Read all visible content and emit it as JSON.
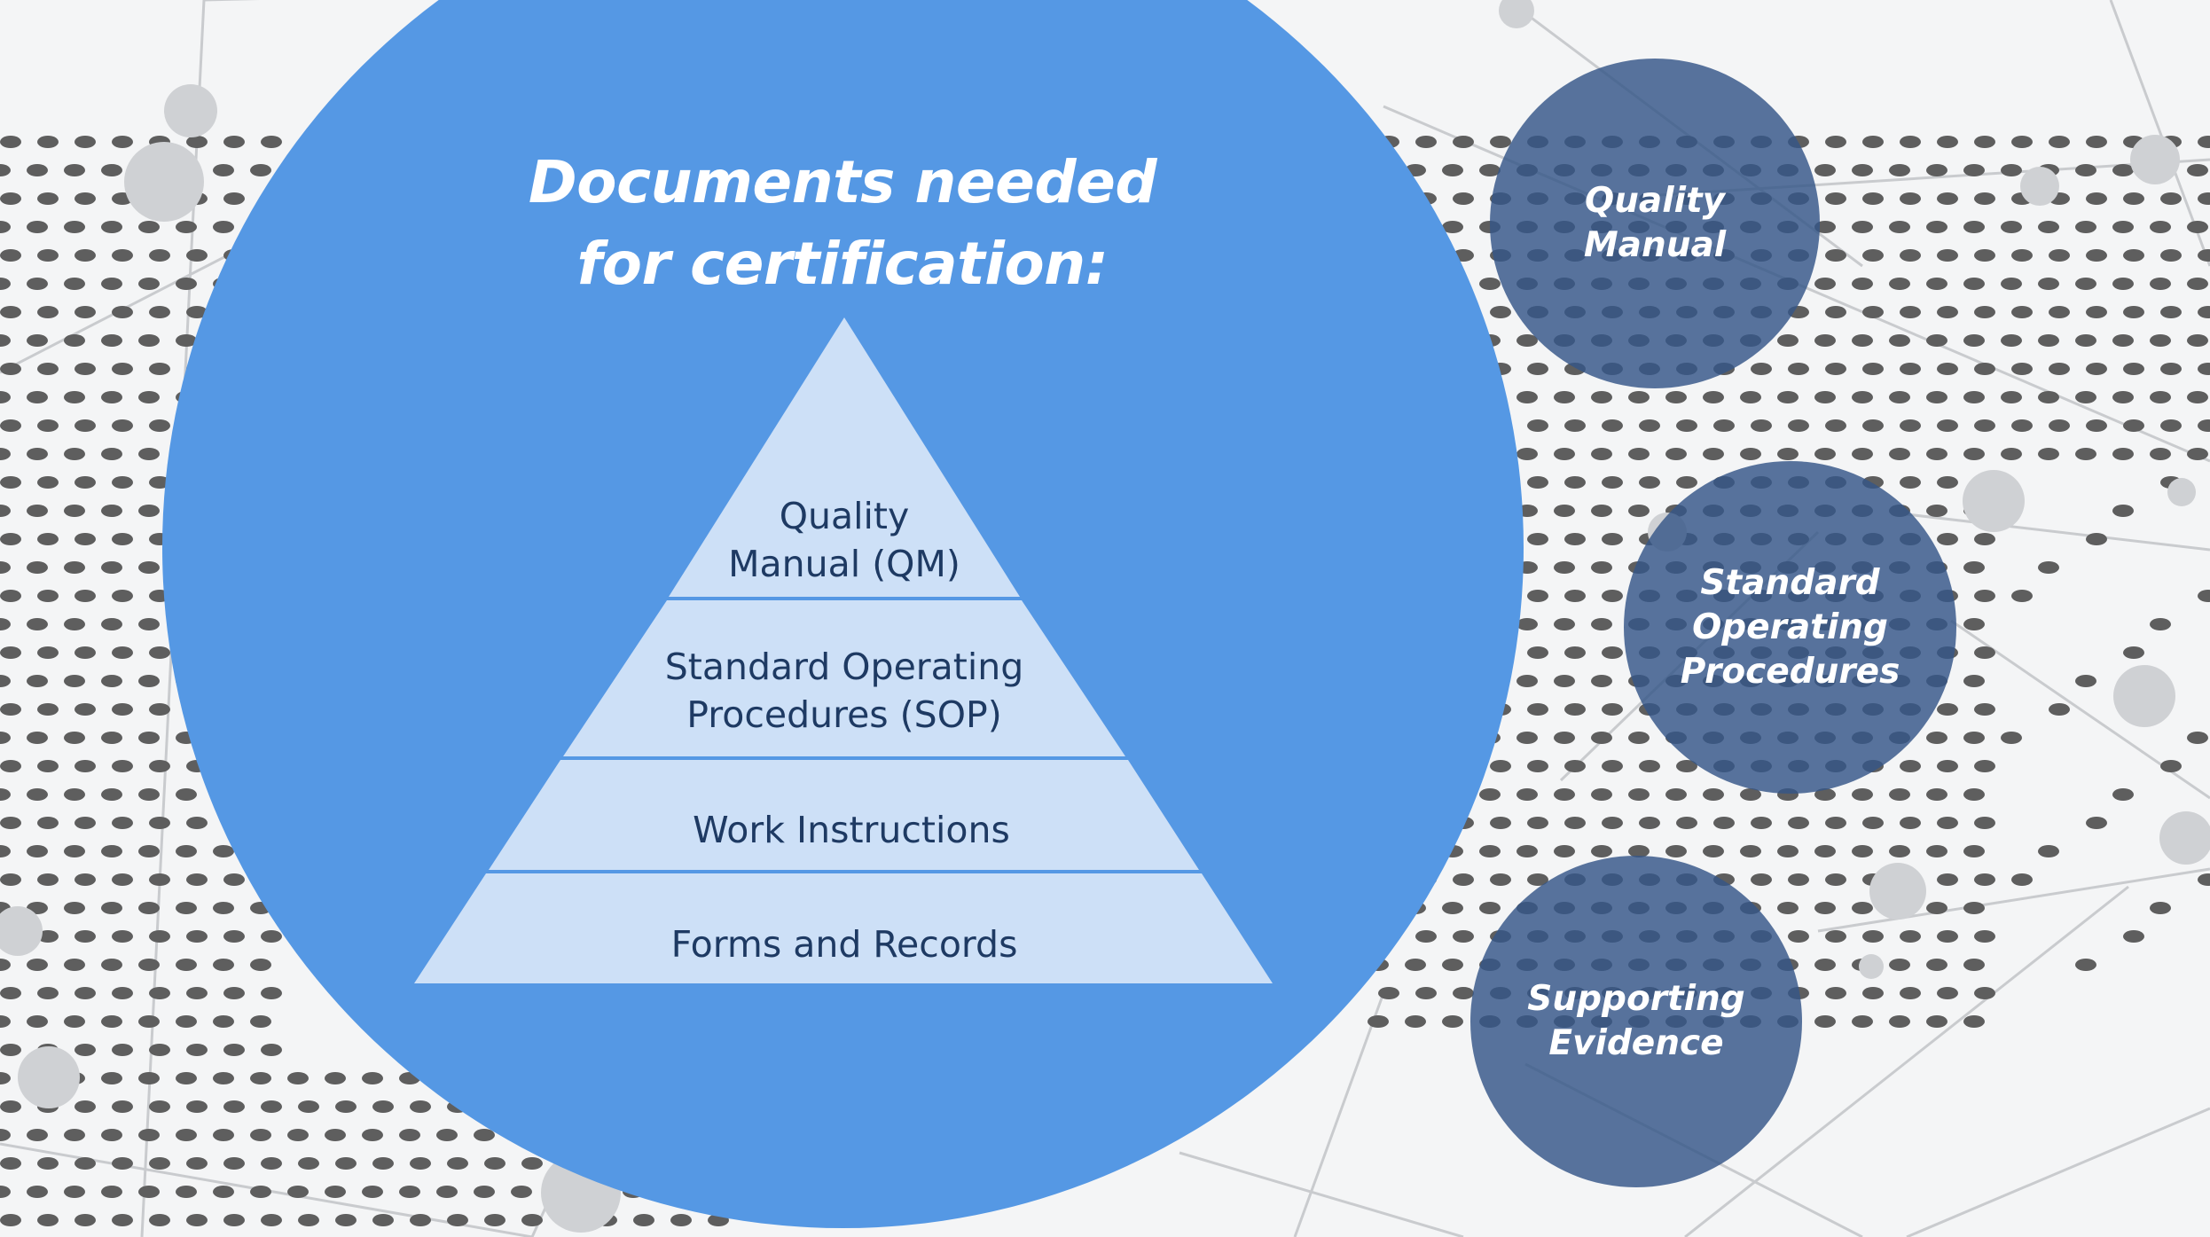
{
  "title": {
    "line1": "Documents needed",
    "line2": "for certification:"
  },
  "pyramid": {
    "tiers": [
      {
        "lines": [
          "Quality",
          "Manual (QM)"
        ]
      },
      {
        "lines": [
          "Standard Operating",
          "Procedures (SOP)"
        ]
      },
      {
        "lines": [
          "Work Instructions"
        ]
      },
      {
        "lines": [
          "Forms and Records"
        ]
      }
    ]
  },
  "side_circles": [
    {
      "lines": [
        "Quality",
        "Manual"
      ]
    },
    {
      "lines": [
        "Standard",
        "Operating",
        "Procedures"
      ]
    },
    {
      "lines": [
        "Supporting",
        "Evidence"
      ]
    }
  ],
  "colors": {
    "main_circle": "#5598e4",
    "pyramid_fill": "#cde0f7",
    "pyramid_divider": "#5598e4",
    "pyramid_text": "#1e3a63",
    "side_circle": "#345688",
    "background": "#f4f5f6",
    "dot": "#5e5e5e",
    "network_line": "#c9cbce"
  }
}
